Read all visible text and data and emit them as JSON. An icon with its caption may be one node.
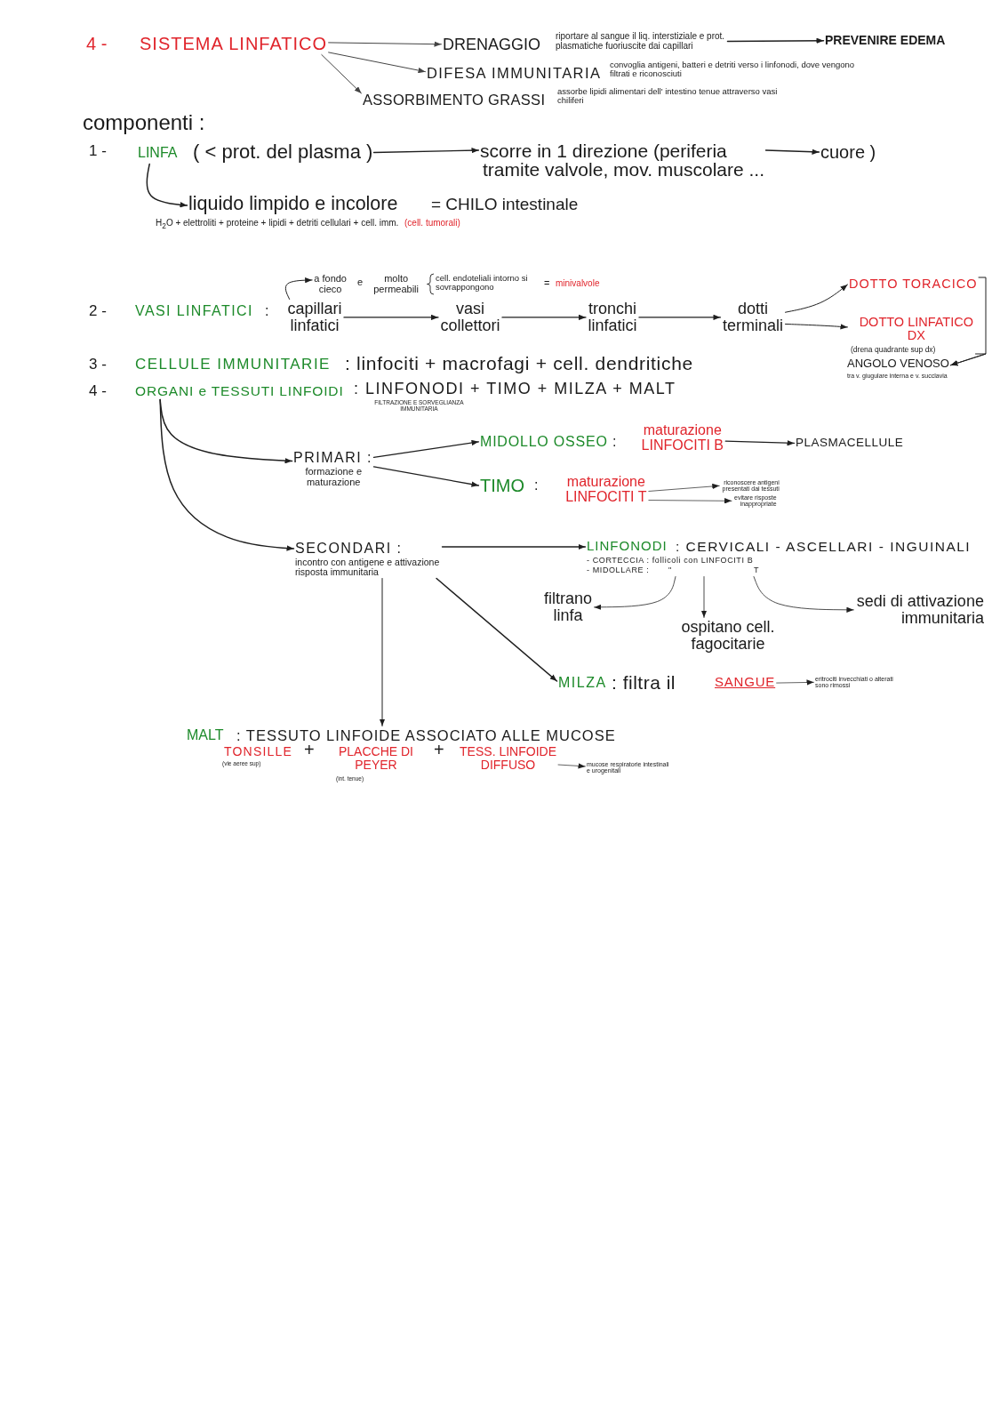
{
  "diagram": {
    "nodes": [
      {
        "text": [
          "SISTEMA LINFATICO"
        ]
      },
      {
        "text": [
          "DRENAGGIO"
        ],
        "beside": [
          "riportare al sangue il liq. interstiziale e prot. plasmatiche fuoriuscite dai capillari"
        ]
      },
      {
        "text": [
          "PREVENIRE EDEMA"
        ]
      },
      {
        "text": [
          "DIFESA IMMUNITARIA"
        ],
        "beside": [
          "convoglia antigeni, batteri e detriti verso i linfonodi, dove vengono filtrati e riconosciuti"
        ]
      },
      {
        "text": [
          "ASSORBIMENTO GRASSI"
        ],
        "beside": [
          "assorbe lipidi alimentari dell' intestino tenue attraverso vasi chiliferi"
        ]
      },
      {
        "text": [
          "LINFA",
          "( < prot. del plasma )"
        ]
      },
      {
        "text": [
          "scorre in 1 direzione (periferia"
        ],
        "beside": [
          "tramite valvole, mov. muscolare ..."
        ]
      },
      {
        "text": [
          "cuore )"
        ]
      },
      {
        "text": [
          "liquido limpido e incolore"
        ]
      },
      {
        "text": [
          "a fondo cieco"
        ]
      },
      {
        "text": [
          "capillari linfatici"
        ]
      },
      {
        "text": [
          "vasi collettori"
        ]
      },
      {
        "text": [
          "tronchi linfatici"
        ]
      },
      {
        "text": [
          "dotti terminali"
        ]
      },
      {
        "text": [
          "DOTTO TORACICO"
        ]
      },
      {
        "text": [
          "DOTTO LINFATICO DX"
        ],
        "beside": [
          "(drena quadrante sup dx)"
        ]
      },
      {
        "text": [
          "ANGOLO VENOSO"
        ],
        "beside": [
          "tra v. giugulare interna e v. succlavia"
        ]
      },
      {
        "text": [
          "ORGANI e TESSUTI LINFOIDI"
        ]
      },
      {
        "text": [
          "PRIMARI :"
        ],
        "beside": [
          "formazione e maturazione"
        ]
      },
      {
        "text": [
          "MIDOLLO OSSEO"
        ]
      },
      {
        "text": [
          "maturazione LINFOCITI B"
        ]
      },
      {
        "text": [
          "PLASMACELLULE"
        ]
      },
      {
        "text": [
          "TIMO"
        ]
      },
      {
        "text": [
          "maturazione LINFOCITI T"
        ]
      },
      {
        "text": [
          "riconoscere antigeni presentati dai tessuti"
        ]
      },
      {
        "text": [
          "evitare risposte inappropriate"
        ]
      },
      {
        "text": [
          "SECONDARI :"
        ],
        "beside": [
          "incontro con antigene e attivazione risposta immunitaria"
        ]
      },
      {
        "text": [
          "LINFONODI",
          ": CERVICALI - ASCELLARI - INGUINALI",
          "- CORTECCIA : follicoli con LINFOCITI B",
          "- MIDOLLARE :",
          "\"",
          "T"
        ]
      },
      {
        "text": [
          "filtrano linfa"
        ]
      },
      {
        "text": [
          "ospitano cell. fagocitarie"
        ]
      },
      {
        "text": [
          "sedi di attivazione immunitaria"
        ]
      },
      {
        "text": [
          "MILZA"
        ]
      },
      {
        "text": [
          "SANGUE"
        ]
      },
      {
        "text": [
          "eritrociti invecchiati o alterati sono rimossi"
        ]
      },
      {
        "text": [
          "MALT",
          ": TESSUTO LINFOIDE ASSOCIATO ALLE MUCOSE"
        ]
      },
      {
        "text": [
          "TESS. LINFOIDE DIFFUSO"
        ]
      },
      {
        "text": [
          "mucose respiratorie intestinali e urogenitali"
        ]
      }
    ],
    "edges": [
      {
        "from": 0,
        "to": 1,
        "arrow": "to"
      },
      {
        "from": 0,
        "to": 3,
        "arrow": "to"
      },
      {
        "from": 0,
        "to": 4,
        "arrow": "to"
      },
      {
        "from": 1,
        "to": 2,
        "arrow": "to"
      },
      {
        "from": 5,
        "to": 6,
        "arrow": "to"
      },
      {
        "from": 6,
        "to": 7,
        "arrow": "to"
      },
      {
        "from": 5,
        "to": 8,
        "arrow": "to"
      },
      {
        "from": 10,
        "to": 9,
        "arrow": "to"
      },
      {
        "from": 10,
        "to": 11,
        "arrow": "to"
      },
      {
        "from": 11,
        "to": 12,
        "arrow": "to"
      },
      {
        "from": 12,
        "to": 13,
        "arrow": "to"
      },
      {
        "from": 13,
        "to": 14,
        "arrow": "to"
      },
      {
        "from": 13,
        "to": 15,
        "arrow": "to"
      },
      {
        "from": 14,
        "to": 16,
        "arrow": "to"
      },
      {
        "from": 15,
        "to": 16,
        "arrow": "to"
      },
      {
        "from": 17,
        "to": 18,
        "arrow": "to"
      },
      {
        "from": 17,
        "to": 26,
        "arrow": "to"
      },
      {
        "from": 18,
        "to": 19,
        "arrow": "to"
      },
      {
        "from": 18,
        "to": 22,
        "arrow": "to"
      },
      {
        "from": 20,
        "to": 21,
        "arrow": "to"
      },
      {
        "from": 23,
        "to": 24,
        "arrow": "to"
      },
      {
        "from": 23,
        "to": 25,
        "arrow": "to"
      },
      {
        "from": 26,
        "to": 27,
        "arrow": "to"
      },
      {
        "from": 26,
        "to": 31,
        "arrow": "to"
      },
      {
        "from": 26,
        "to": 34,
        "arrow": "to"
      },
      {
        "from": 27,
        "to": 28,
        "arrow": "to"
      },
      {
        "from": 27,
        "to": 29,
        "arrow": "to"
      },
      {
        "from": 27,
        "to": 30,
        "arrow": "to"
      },
      {
        "from": 32,
        "to": 33,
        "arrow": "to"
      },
      {
        "from": 35,
        "to": 36,
        "arrow": "to"
      }
    ],
    "labels": [
      "4 -",
      "componenti :",
      "1 -",
      "= CHILO intestinale",
      "H$_{2}$O + elettroliti + proteine + lipidi + detriti cellulari + cell. imm.",
      "(cell. tumorali)",
      "2 -",
      "VASI LINFATICI",
      ":",
      "e",
      "molto permeabili",
      "cell. endoteliali intorno si sovrappongono",
      "=",
      "minivalvole",
      "3 -",
      "CELLULE IMMUNITARIE",
      ": linfociti + macrofagi + cell. dendritiche",
      "4 -",
      ": LINFONODI + TIMO + MILZA + MALT",
      "FILTRAZIONE E SORVEGLIANZA IMMUNITARIA",
      ":",
      ":",
      ": filtra il",
      "TONSILLE",
      "(vie aeree sup)",
      "+",
      "PLACCHE DI PEYER",
      "(int. tenue)",
      "+"
    ]
  }
}
